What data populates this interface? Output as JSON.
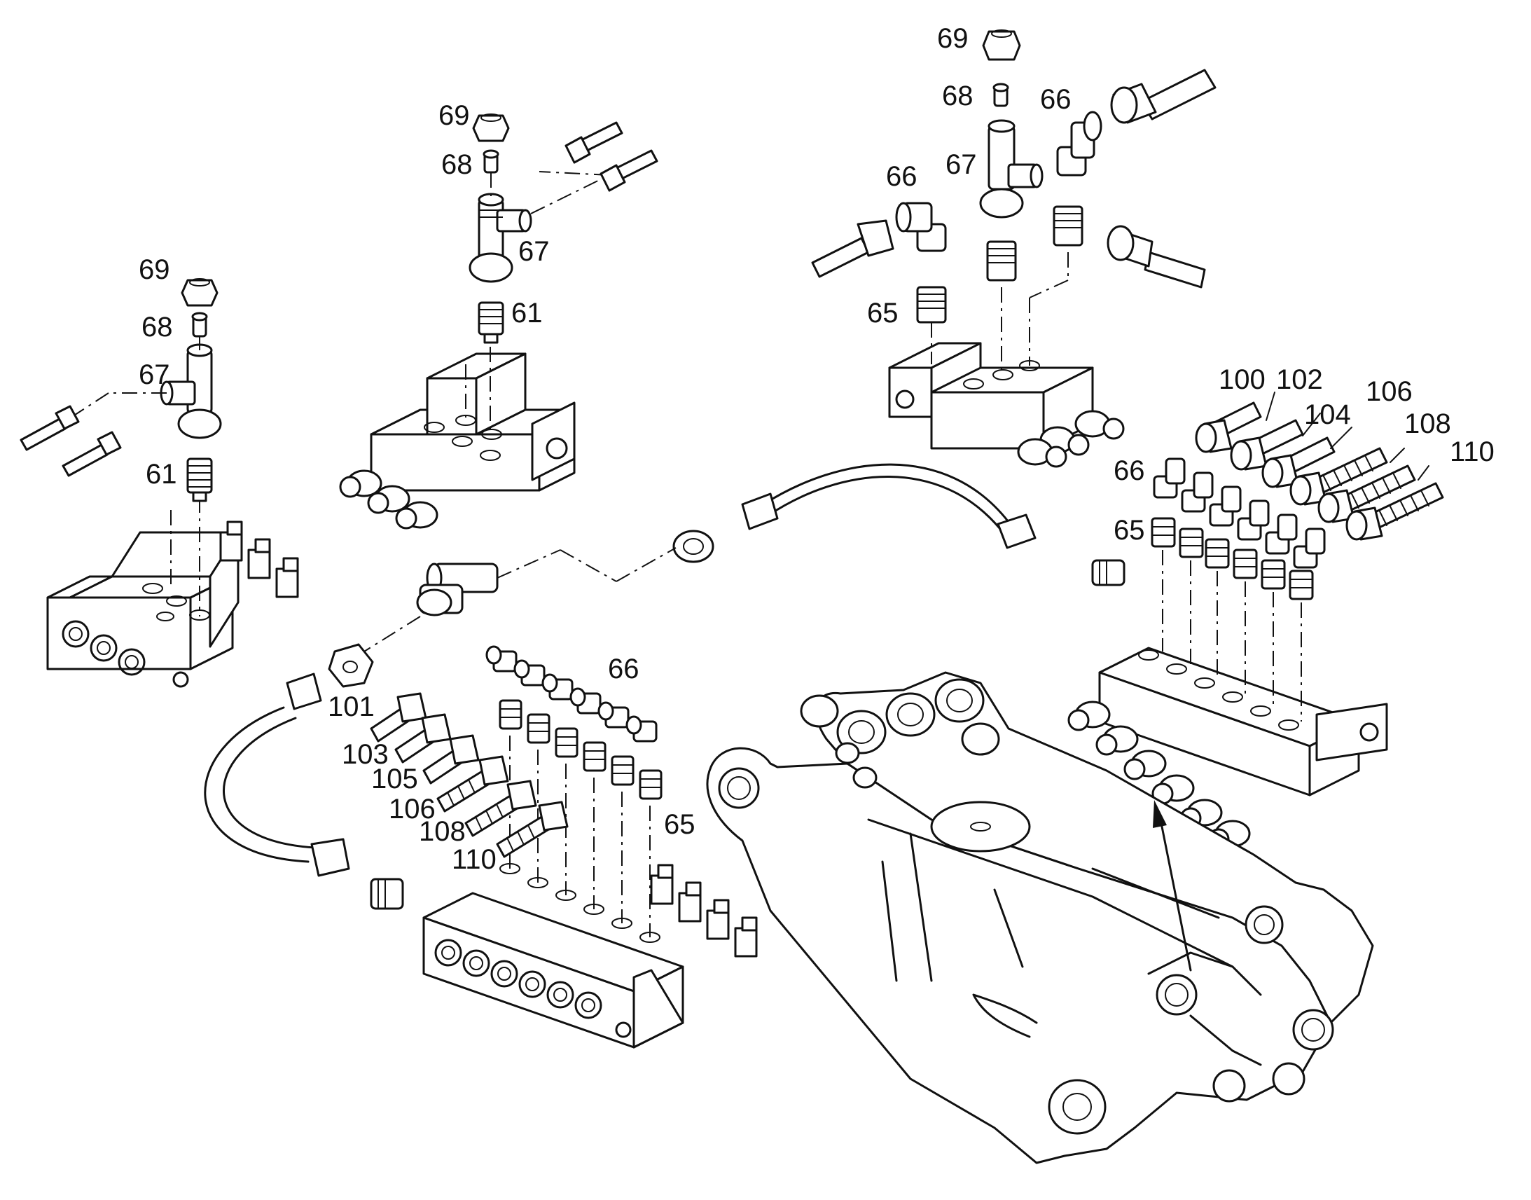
{
  "callouts": {
    "c1_69": "69",
    "c1_68": "68",
    "c1_67": "67",
    "c1_61": "61",
    "c2_69": "69",
    "c2_68": "68",
    "c2_67": "67",
    "c2_61": "61",
    "c3_69": "69",
    "c3_68": "68",
    "c3_66a": "66",
    "c3_66b": "66",
    "c3_67": "67",
    "c3_65": "65",
    "c4_100": "100",
    "c4_102": "102",
    "c4_104": "104",
    "c4_106": "106",
    "c4_108": "108",
    "c4_110": "110",
    "c4_66": "66",
    "c4_65": "65",
    "c5_66": "66",
    "c5_101": "101",
    "c5_103": "103",
    "c5_105": "105",
    "c5_106": "106",
    "c5_108": "108",
    "c5_110": "110",
    "c5_65": "65"
  },
  "colors": {
    "line": "#111111",
    "background": "#ffffff"
  }
}
